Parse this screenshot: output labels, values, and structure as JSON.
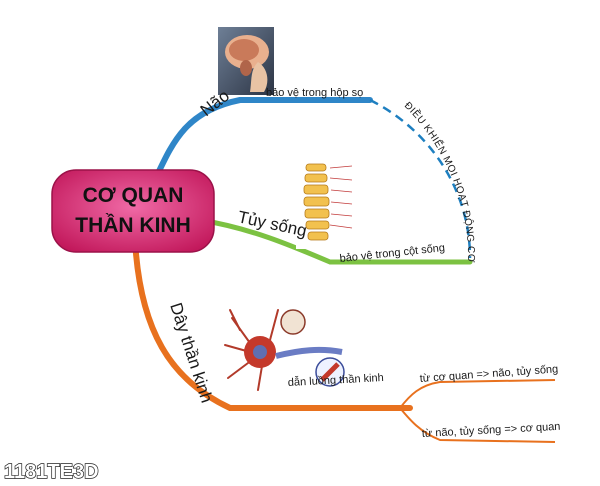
{
  "center": {
    "line1": "CƠ QUAN",
    "line2": "THẦN KINH",
    "color": "#d6206e"
  },
  "branches": [
    {
      "label": "Não",
      "leaf": "bảo vệ trong hộp sọ",
      "color": "#2f86c8",
      "image": "brain-illustration"
    },
    {
      "label": "Tủy sống",
      "leaf": "bảo vệ trong cột sống",
      "color": "#7cc242",
      "image": "spine-illustration"
    },
    {
      "label": "Dây thần kinh",
      "leaf": "dẫn luồng thần kinh",
      "color": "#e8711e",
      "image": "neuron-illustration",
      "sub": [
        "từ cơ quan => não, tủy sống",
        "từ não, tủy sống => cơ quan"
      ]
    }
  ],
  "connector": {
    "label": "ĐIỀU KHIỂN MỌI HOẠT ĐỘNG CƠ THỂ",
    "color": "#1e7fc0"
  },
  "watermark": "1181TE3D"
}
